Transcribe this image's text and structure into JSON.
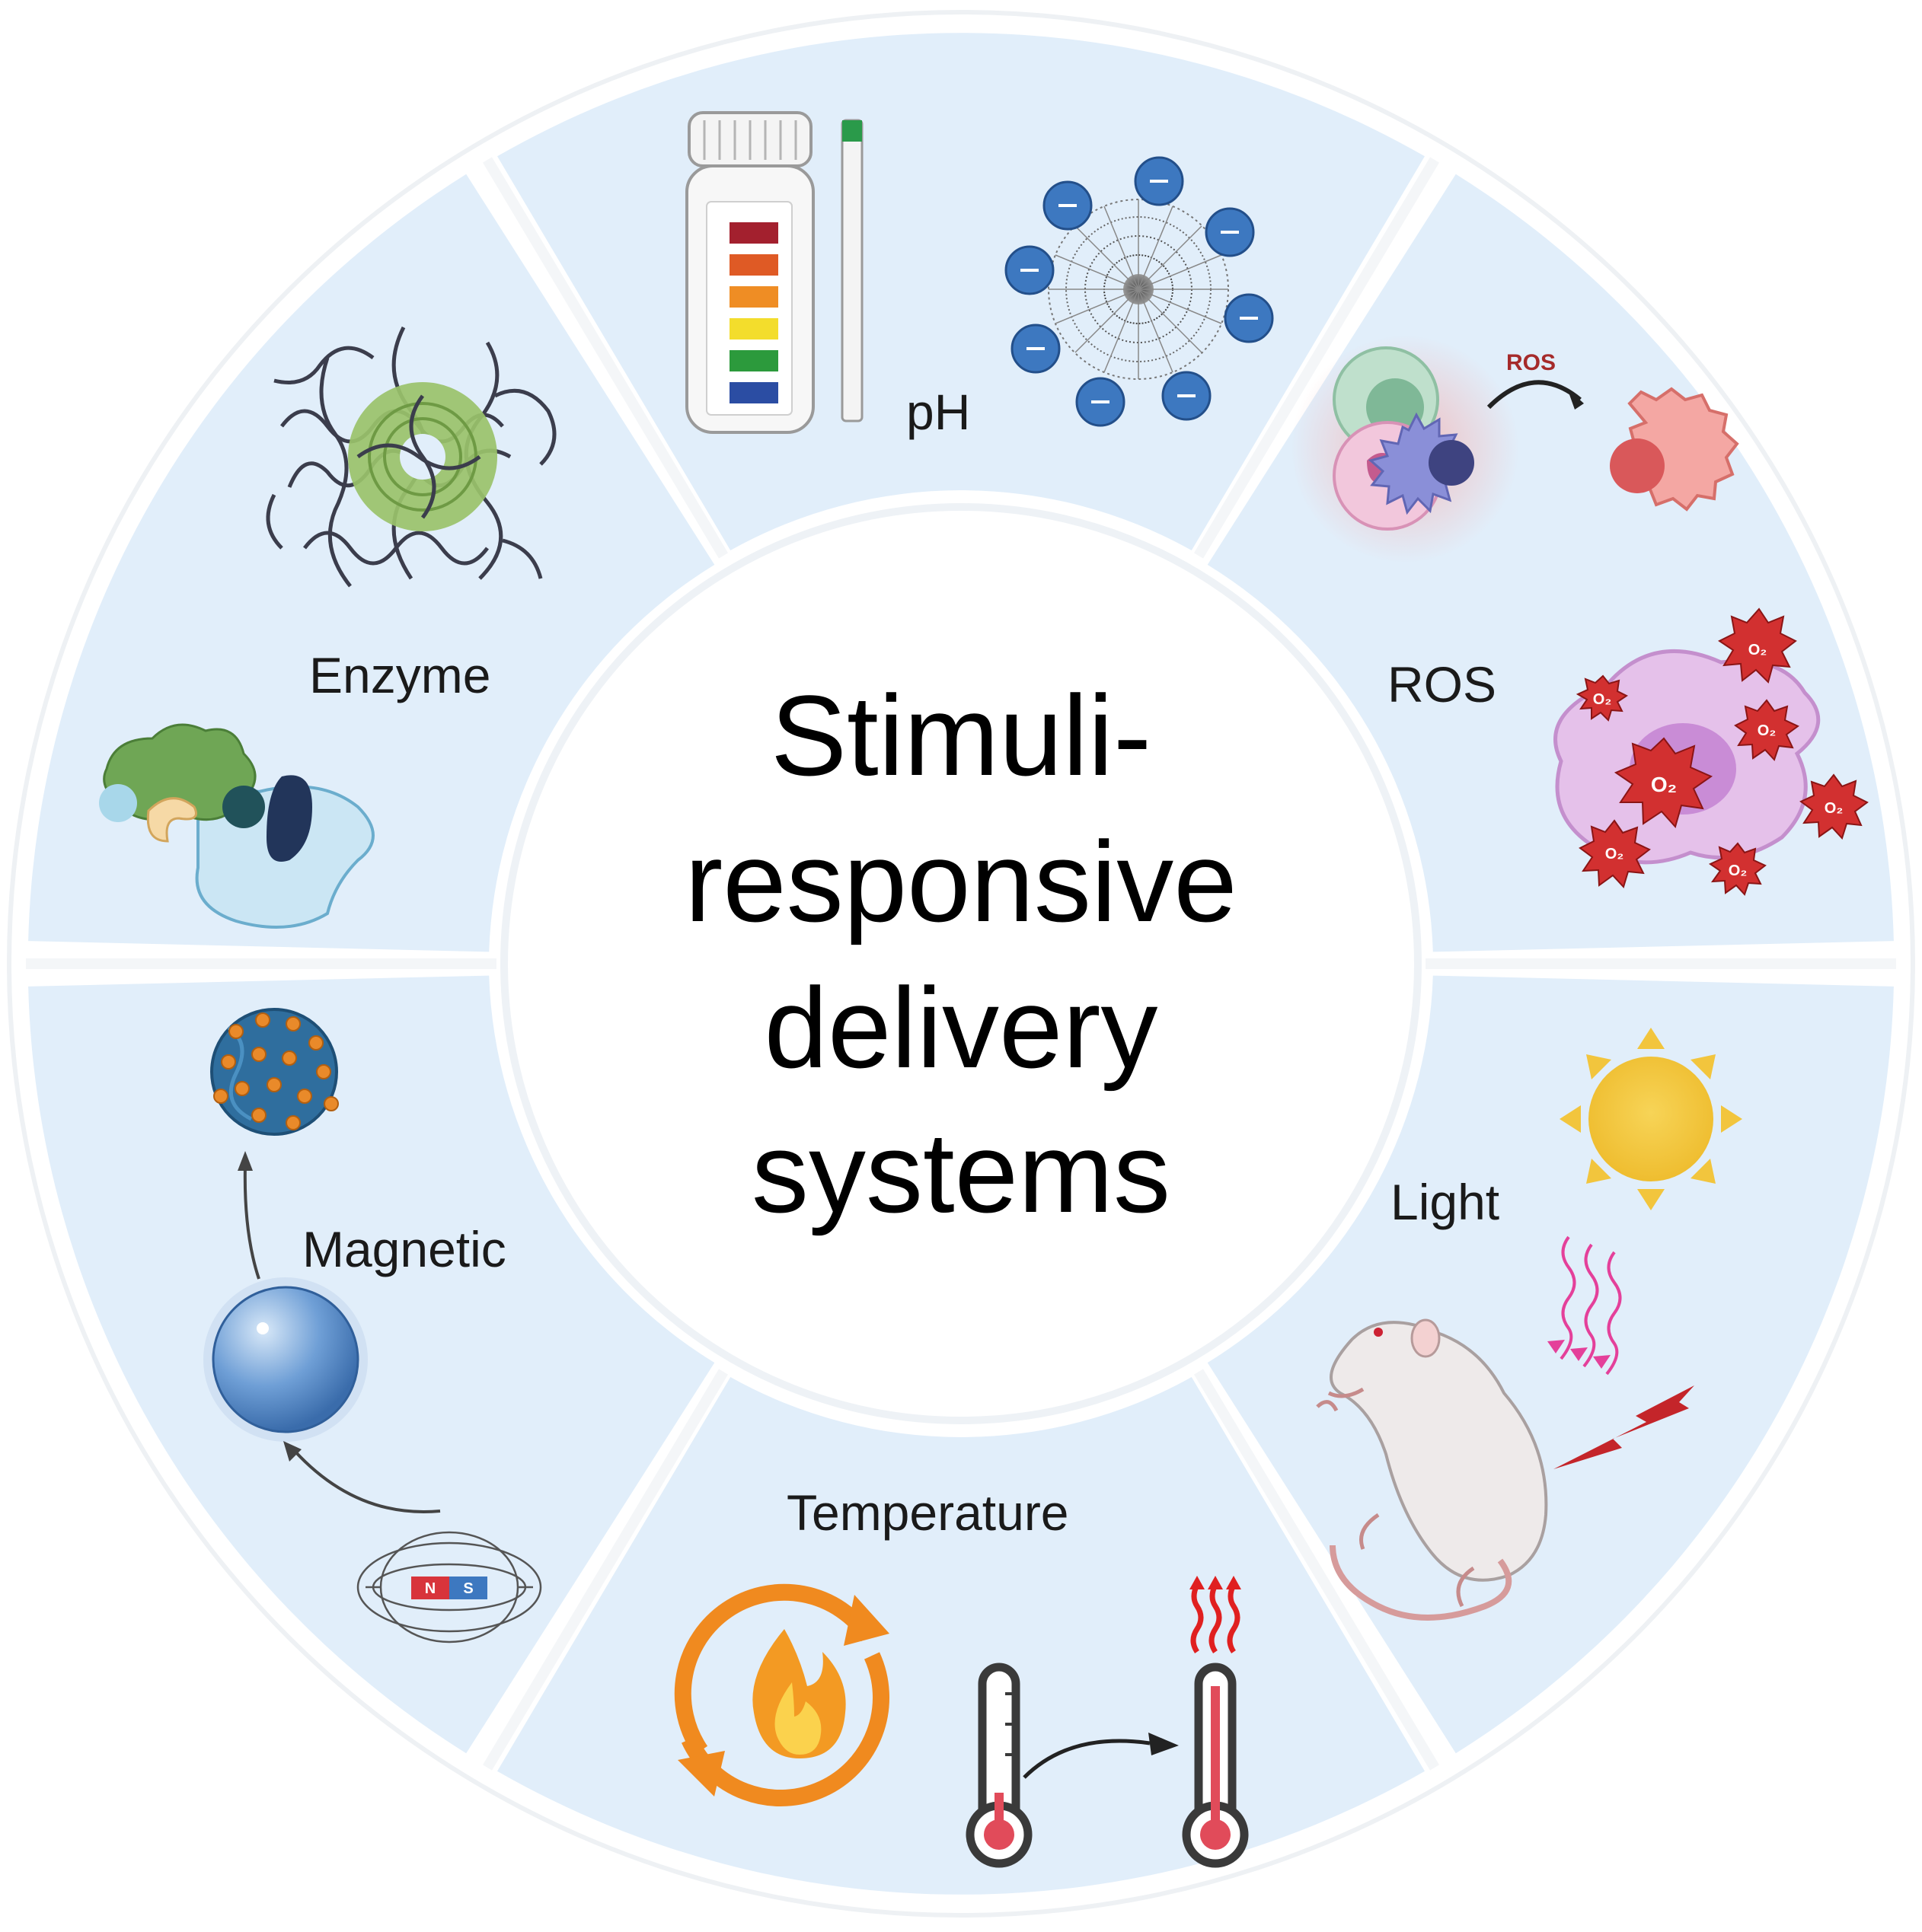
{
  "center": {
    "lines": [
      "Stimuli-",
      "responsive",
      "delivery",
      "systems"
    ]
  },
  "segments": {
    "ph": {
      "label": "pH"
    },
    "ros": {
      "label": "ROS",
      "arrow_label": "ROS",
      "radical_label": "O₂"
    },
    "light": {
      "label": "Light"
    },
    "temperature": {
      "label": "Temperature"
    },
    "magnetic": {
      "label": "Magnetic",
      "pole_n": "N",
      "pole_s": "S"
    },
    "enzyme": {
      "label": "Enzyme"
    }
  },
  "colors": {
    "segment_fill": "#e1eefa",
    "ring_border": "#f2f5f8",
    "center_fill": "#ffffff",
    "accent_orange": "#f08a1f",
    "accent_red": "#d83a3a",
    "sun": "#f2c53d",
    "bead_blue": "#3d78c0"
  }
}
